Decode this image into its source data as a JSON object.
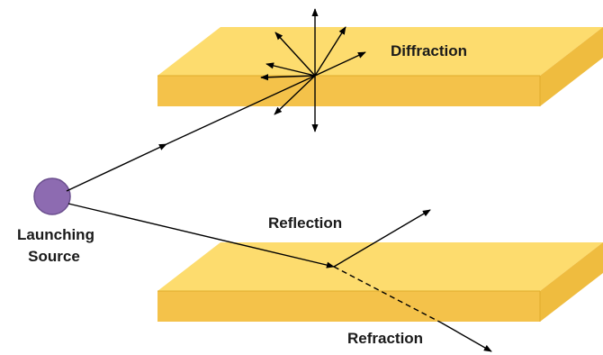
{
  "labels": {
    "diffraction": "Diffraction",
    "source_line1": "Launching",
    "source_line2": "Source",
    "reflection": "Reflection",
    "refraction": "Refraction"
  },
  "colors": {
    "slab_top": "#fddc6e",
    "slab_front": "#f4c24a",
    "slab_side": "#efbc3f",
    "slab_edge": "#e0ac2c",
    "source_fill": "#8d6bb1",
    "source_stroke": "#6b4f8e",
    "ray": "#000000"
  },
  "icons": {
    "source": "circle-dot",
    "arrow": "arrowhead"
  }
}
